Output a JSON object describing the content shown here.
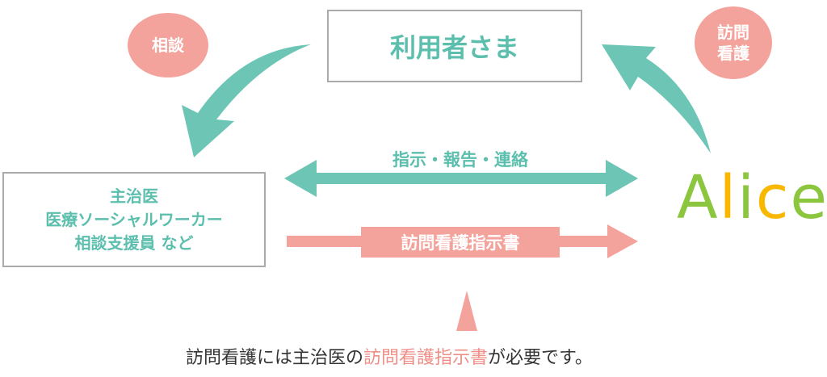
{
  "user_box": {
    "label": "利用者さま"
  },
  "consult_bubble": {
    "label": "相談"
  },
  "visit_bubble": {
    "line1": "訪問",
    "line2": "看護"
  },
  "doctor_box": {
    "line1": "主治医",
    "line2": "医療ソーシャルワーカー",
    "line3": "相談支援員 など"
  },
  "double_arrow_label": "指示・報告・連絡",
  "instruction_label": "訪問看護指示書",
  "logo": {
    "letters": [
      "A",
      "l",
      "i",
      "c",
      "e"
    ]
  },
  "footer": {
    "prefix": "訪問看護には主治医の",
    "highlight": "訪問看護指示書",
    "suffix": "が必要です。"
  },
  "colors": {
    "teal": "#6cc5b5",
    "pink": "#f4a39c",
    "green": "#8cc63f",
    "orange": "#f9b800"
  }
}
